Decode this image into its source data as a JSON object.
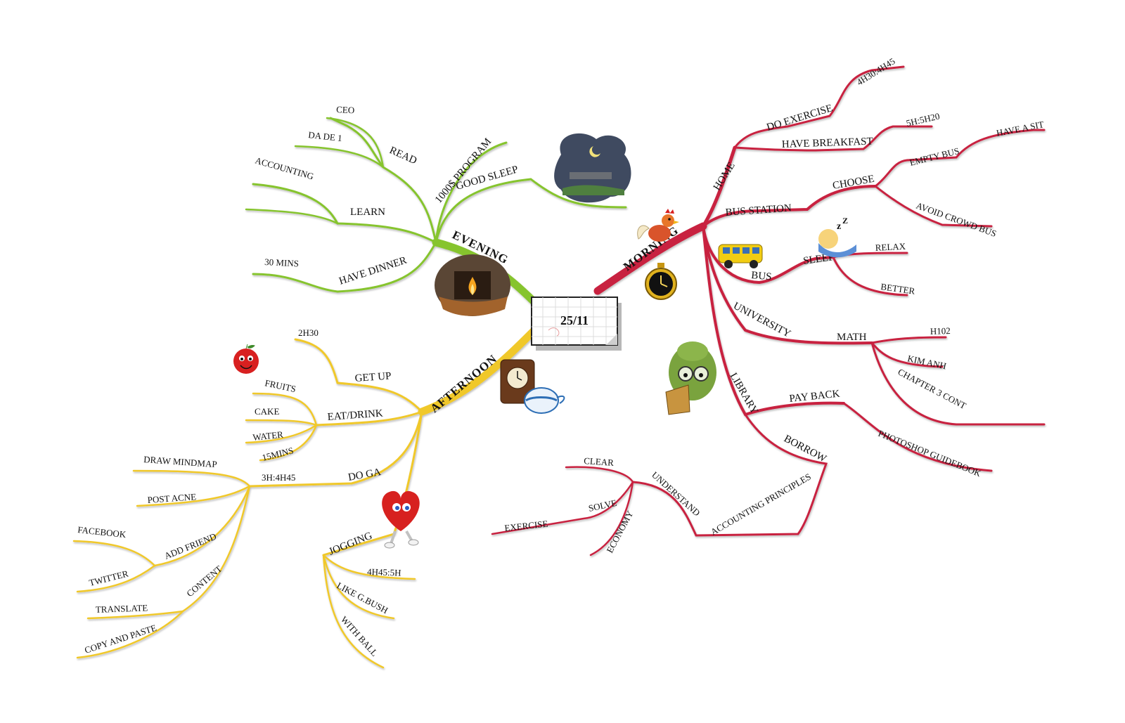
{
  "center": {
    "label": "25/11"
  },
  "colors": {
    "morning": "#c8203f",
    "evening": "#86c42f",
    "afternoon": "#f0c82a"
  },
  "morning": {
    "label": "MORNING",
    "home": {
      "label": "HOME",
      "do_exercise": "DO EXERCISE",
      "do_exercise_time": "4H30:4H45",
      "have_breakfast": "HAVE BREAKFAST",
      "have_breakfast_time": "5H:5H20"
    },
    "bus_station": {
      "label": "BUS STATION",
      "choose": "CHOOSE",
      "empty_bus": "EMPTY BUS",
      "have_a_sit": "HAVE A SIT",
      "avoid_crowd_bus": "AVOID CROWD BUS"
    },
    "bus": {
      "label": "BUS",
      "sleep": "SLEEP",
      "relax": "RELAX",
      "better": "BETTER"
    },
    "university": {
      "label": "UNIVERSITY",
      "math": "MATH",
      "h102": "H102",
      "kim_anh": "KIM ANH",
      "chapter": "CHAPTER 3 CONT"
    },
    "library": {
      "label": "LIBRARY",
      "pay_back": "PAY BACK",
      "photoshop": "PHOTOSHOP GUIDEBOOK",
      "borrow": "BORROW",
      "accounting_principles": "ACCOUNTING PRINCIPLES",
      "understand": "UNDERSTAND",
      "clear": "CLEAR",
      "solve": "SOLVE",
      "exercise": "EXERCISE",
      "economy": "ECONOMY"
    }
  },
  "evening": {
    "label": "EVENING",
    "good_sleep": "GOOD SLEEP",
    "program": "1000$ PROGRAM",
    "read": "READ",
    "ceo": "CEO",
    "da_de": "DA DE 1",
    "learn": "LEARN",
    "accounting": "ACCOUNTING",
    "have_dinner": "HAVE DINNER",
    "thirty_mins": "30 MINS"
  },
  "afternoon": {
    "label": "AFTERNOON",
    "get_up": "GET UP",
    "get_up_time": "2H30",
    "eat_drink": "EAT/DRINK",
    "fruits": "FRUITS",
    "cake": "CAKE",
    "water": "WATER",
    "fifteen_mins": "15MINS",
    "do_ga": "DO GA",
    "do_ga_time": "3H:4H45",
    "draw_mindmap": "DRAW MINDMAP",
    "post_acne": "POST ACNE",
    "add_friend": "ADD FRIEND",
    "facebook": "FACEBOOK",
    "twitter": "TWITTER",
    "content": "CONTENT",
    "translate": "TRANSLATE",
    "copy_paste": "COPY AND PASTE",
    "jogging": "JOGGING",
    "jogging_time": "4H45:5H",
    "like_bush": "LIKE G.BUSH",
    "with_ball": "WITH BALL"
  },
  "icons": {
    "rooster": "rooster-icon",
    "alarm_clock": "alarm-clock-icon",
    "school_bus": "school-bus-icon",
    "sleeping_child": "sleeping-child-icon",
    "bookworm": "bookworm-icon",
    "night_scene": "night-scene-icon",
    "fireplace": "fireplace-icon",
    "apple": "apple-icon",
    "clock_teapot": "clock-teapot-icon",
    "heart_runner": "heart-runner-icon"
  }
}
